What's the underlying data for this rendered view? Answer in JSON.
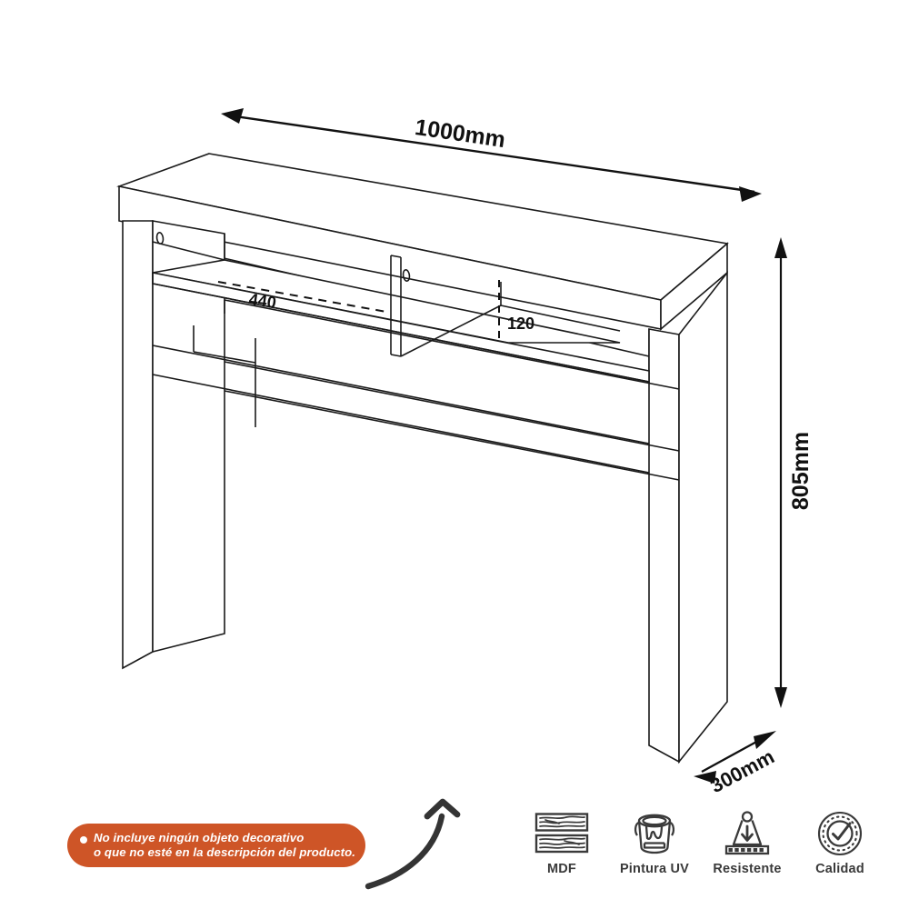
{
  "product_diagram": {
    "type": "isometric-line-drawing",
    "subject": "console-table",
    "dimensions": {
      "width": {
        "label": "1000mm",
        "value": 1000,
        "unit": "mm",
        "axis": "width",
        "position": "top"
      },
      "height": {
        "label": "805mm",
        "value": 805,
        "unit": "mm",
        "axis": "height",
        "position": "right"
      },
      "depth": {
        "label": "300mm",
        "value": 300,
        "unit": "mm",
        "axis": "depth",
        "position": "bottom-right"
      },
      "niche_width": {
        "label": "440",
        "value": 440,
        "unit": "mm",
        "axis": "interior-width",
        "position": "shelf-left"
      },
      "niche_height": {
        "label": "120",
        "value": 120,
        "unit": "mm",
        "axis": "interior-height",
        "position": "shelf-right"
      }
    }
  },
  "disclaimer": {
    "bullet": "bullet-dot",
    "line1": "No incluye ningún objeto decorativo",
    "line2": "o que no esté en la descripción del producto.",
    "background_color": "#CE5527",
    "text_color": "#FFFFFF"
  },
  "pointer": {
    "icon": "curved-arrow-icon",
    "points_to": "disclaimer-badge"
  },
  "features": [
    {
      "icon": "wood-planks-icon",
      "label": "MDF"
    },
    {
      "icon": "paint-bucket-icon",
      "label": "Pintura UV"
    },
    {
      "icon": "weight-icon",
      "label": "Resistente"
    },
    {
      "icon": "check-badge-icon",
      "label": "Calidad"
    }
  ],
  "colors": {
    "line": "#1a1a1a",
    "accent": "#CE5527",
    "icon": "#3a3a3a",
    "background": "#FFFFFF"
  }
}
